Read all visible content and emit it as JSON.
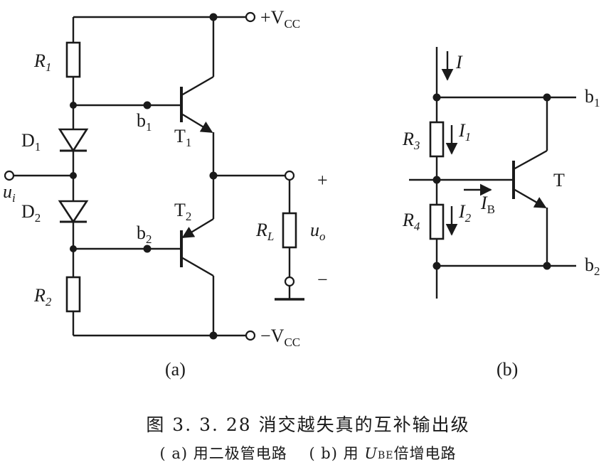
{
  "circuit_a": {
    "vcc_pos": "+V",
    "vcc_neg": "−V",
    "vcc_sub": "CC",
    "r1": "R",
    "r1_sub": "1",
    "r2": "R",
    "r2_sub": "2",
    "d1": "D",
    "d1_sub": "1",
    "d2": "D",
    "d2_sub": "2",
    "b1": "b",
    "b1_sub": "1",
    "b2": "b",
    "b2_sub": "2",
    "t1": "T",
    "t1_sub": "1",
    "t2": "T",
    "t2_sub": "2",
    "rl": "R",
    "rl_sub": "L",
    "ui": "u",
    "ui_sub": "i",
    "uo": "u",
    "uo_sub": "o",
    "plus": "+",
    "minus": "−",
    "label": "(a)"
  },
  "circuit_b": {
    "i": "I",
    "i1": "I",
    "i1_sub": "1",
    "i2": "I",
    "i2_sub": "2",
    "ib": "I",
    "ib_sub": "B",
    "r3": "R",
    "r3_sub": "3",
    "r4": "R",
    "r4_sub": "4",
    "t": "T",
    "b1": "b",
    "b1_sub": "1",
    "b2": "b",
    "b2_sub": "2",
    "label": "(b)"
  },
  "caption": {
    "title": "图 3. 3. 28   消交越失真的互补输出级",
    "sub_a": "( a) 用二极管电路",
    "sub_b_prefix": "( b) 用",
    "sub_b_sym": "U",
    "sub_b_sym_sub": "BE",
    "sub_b_suffix": "倍增电路"
  }
}
